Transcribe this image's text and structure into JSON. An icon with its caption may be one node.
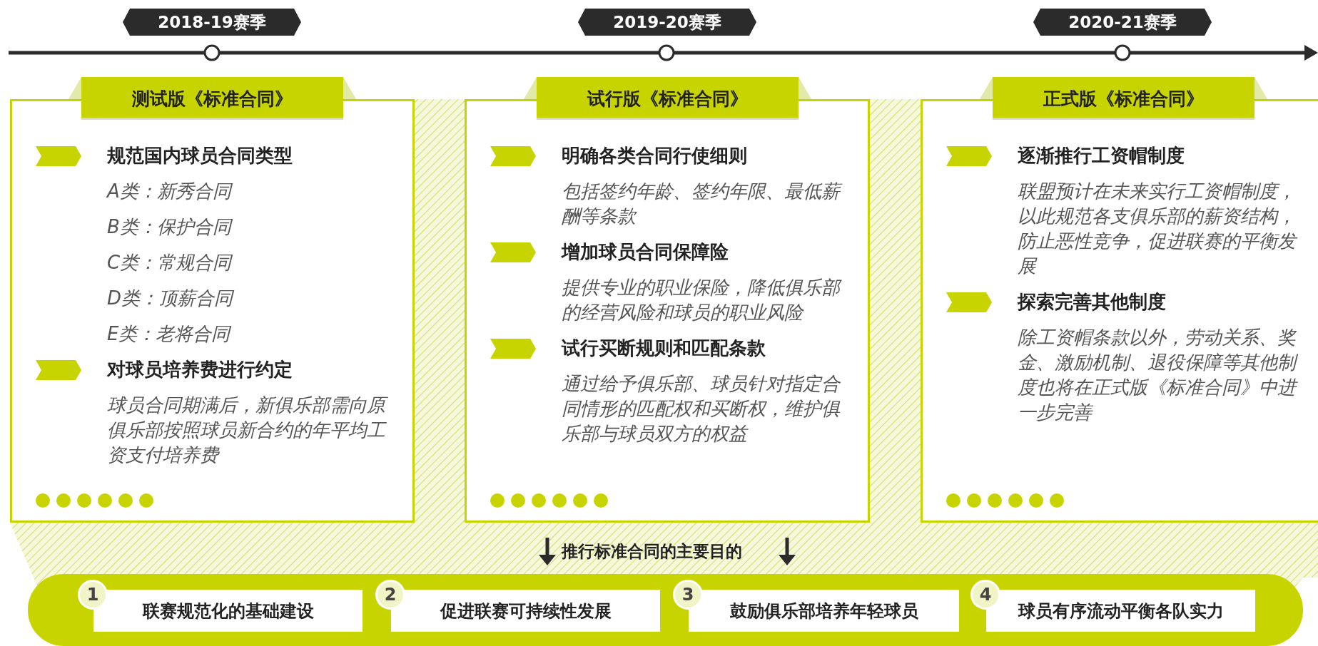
{
  "diagram": {
    "nodes": [
      {
        "text": [
          "2018-19赛季"
        ]
      },
      {
        "text": [
          "2019-20赛季"
        ]
      },
      {
        "text": [
          "2020-21赛季"
        ]
      },
      {
        "text": [
          "测试版《标准合同》"
        ]
      },
      {
        "text": [
          "规范国内球员合同类型",
          "A类：新秀合同",
          "B类：保护合同",
          "C类：常规合同",
          "D类：顶薪合同",
          "E类：老将合同",
          "对球员培养费进行约定",
          "球员合同期满后，新俱乐部需向原俱乐部按照球员新合约的年平均工资支付培养费"
        ]
      },
      {
        "text": [
          "试行版《标准合同》"
        ]
      },
      {
        "text": [
          "明确各类合同行使细则",
          "包括签约年龄、签约年限、最低薪酬等条款",
          "增加球员合同保障险",
          "提供专业的职业保险，降低俱乐部的经营风险和球员的职业风险",
          "试行买断规则和匹配条款",
          "通过给予俱乐部、球员针对指定合同情形的匹配权和买断权，维护俱乐部与球员双方的权益"
        ]
      },
      {
        "text": [
          "正式版《标准合同》"
        ]
      },
      {
        "text": [
          "逐渐推行工资帽制度",
          "联盟预计在未来实行工资帽制度，以此规范各支俱乐部的薪资结构，防止恶性竞争，促进联赛的平衡发展",
          "探索完善其他制度",
          "除工资帽条款以外，劳动关系、奖金、激励机制、退役保障等其他制度也将在正式版《标准合同》中进一步完善"
        ]
      },
      {
        "text": [],
        "shape": "bar"
      },
      {
        "text": [
          "1"
        ],
        "in": 9
      },
      {
        "text": [
          "联赛规范化的基础建设"
        ],
        "in": 9
      },
      {
        "text": [
          "2"
        ],
        "in": 9
      },
      {
        "text": [
          "促进联赛可持续性发展"
        ],
        "in": 9
      },
      {
        "text": [
          "3"
        ],
        "in": 9
      },
      {
        "text": [
          "鼓励俱乐部培养年轻球员"
        ],
        "in": 9
      },
      {
        "text": [
          "4"
        ],
        "in": 9
      },
      {
        "text": [
          "球员有序流动平衡各队实力"
        ],
        "in": 9
      }
    ],
    "labels": [
      "推行标准合同的主要目的"
    ]
  }
}
